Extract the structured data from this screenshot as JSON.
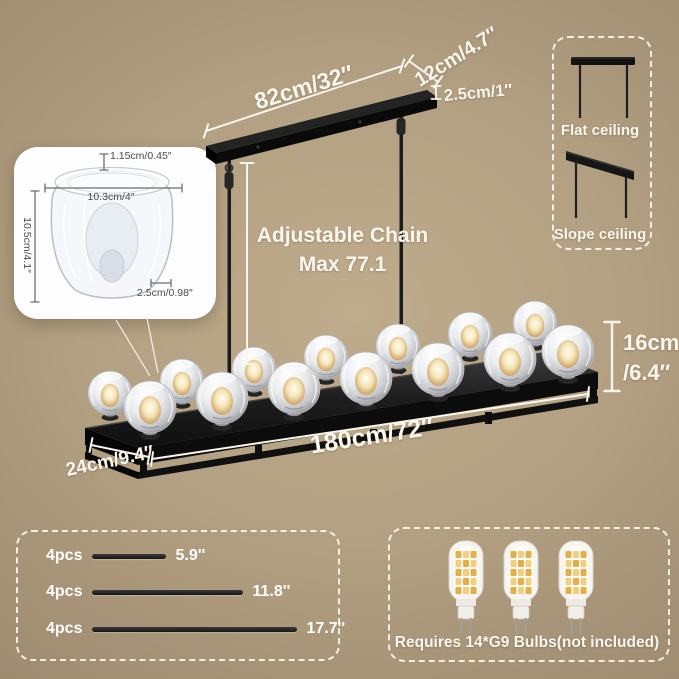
{
  "annotations": {
    "canopy_length": "82cm/32″",
    "canopy_width": "12cm/4.7″",
    "canopy_height": "2.5cm/1″",
    "chain_label": "Adjustable Chain",
    "chain_max": "Max 77.1",
    "shade_height_cm": "16cm",
    "shade_height_in": "/6.4″",
    "frame_length": "180cm/72″",
    "frame_width": "24cm/9.4″"
  },
  "shade_inset": {
    "rim_thickness": "1.15cm/0.45″",
    "diameter": "10.3cm/4″",
    "height": "10.5cm/4.1″",
    "opening": "2.5cm/0.98″"
  },
  "ceiling_options": {
    "flat_label": "Flat ceiling",
    "slope_label": "Slope ceiling"
  },
  "downrods": {
    "rows": [
      {
        "qty": "4pcs",
        "length": "5.9''"
      },
      {
        "qty": "4pcs",
        "length": "11.8''"
      },
      {
        "qty": "4pcs",
        "length": "17.7''"
      }
    ]
  },
  "bulbs": {
    "requirement": "Requires 14*G9 Bulbs(not included)"
  },
  "colors": {
    "background_center": "#bfac8c",
    "background_edge": "#8d7c66",
    "fixture_black": "#141414",
    "dimension_white": "#f9f6ee",
    "inset_label_gray": "#4b4b4b",
    "bulb_glow": "#e9b96a"
  }
}
